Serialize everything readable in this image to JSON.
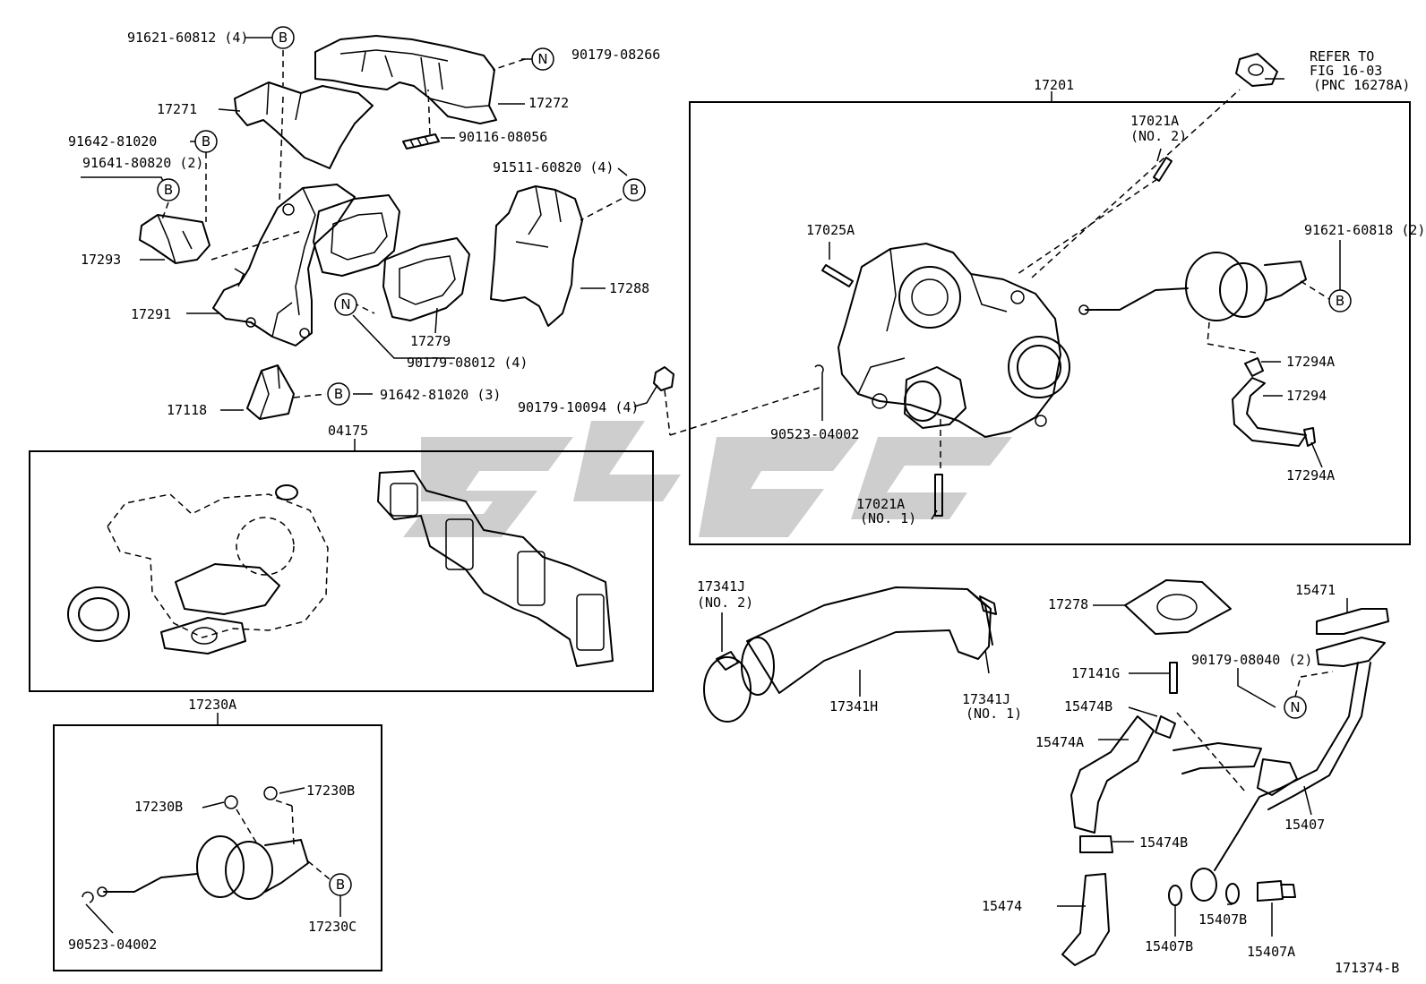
{
  "diagram_id": "171374-B",
  "tags": {
    "b": "B",
    "n": "N"
  },
  "refer_note": [
    "REFER TO",
    "FIG 16-03",
    "(PNC 16278A)"
  ],
  "groups": {
    "turbo_assy": "17201",
    "gasket_kit": "04175",
    "actuator_assy": "17230A"
  },
  "parts": {
    "p91621_60812": "91621-60812 (4)",
    "p90179_08266": "90179-08266",
    "p17271": "17271",
    "p17272": "17272",
    "p91642_81020": "91642-81020",
    "p90116_08056": "90116-08056",
    "p91641_80820": "91641-80820 (2)",
    "p91511_60820": "91511-60820 (4)",
    "p17293": "17293",
    "p17288": "17288",
    "p17291": "17291",
    "p17279": "17279",
    "p90179_08012": "90179-08012 (4)",
    "p17118": "17118",
    "p91642_81020_3": "91642-81020 (3)",
    "p90179_10094": "90179-10094 (4)",
    "p17021A": "17021A",
    "p17021A_no2": "(NO. 2)",
    "p17025A": "17025A",
    "p91621_60818": "91621-60818 (2)",
    "p17294A_top": "17294A",
    "p17294": "17294",
    "p17294A_bot": "17294A",
    "p90523_04002": "90523-04002",
    "p17021A_b": "17021A",
    "p17021A_no1": "(NO. 1)",
    "p17341J_a": "17341J",
    "p17341J_no2": "(NO. 2)",
    "p17341H": "17341H",
    "p17341J_b": "17341J",
    "p17341J_no1": "(NO. 1)",
    "p17278": "17278",
    "p15471": "15471",
    "p90179_08040": "90179-08040 (2)",
    "p17141G": "17141G",
    "p15474B_top": "15474B",
    "p15474A": "15474A",
    "p15407": "15407",
    "p15474B_mid": "15474B",
    "p15474": "15474",
    "p15407B_a": "15407B",
    "p15407B_b": "15407B",
    "p15407A": "15407A",
    "p17230B_a": "17230B",
    "p17230B_b": "17230B",
    "p90523_04002_b": "90523-04002",
    "p17230C": "17230C"
  },
  "colors": {
    "line": "#000000",
    "watermark": "#b9b9b9",
    "background": "#ffffff"
  }
}
